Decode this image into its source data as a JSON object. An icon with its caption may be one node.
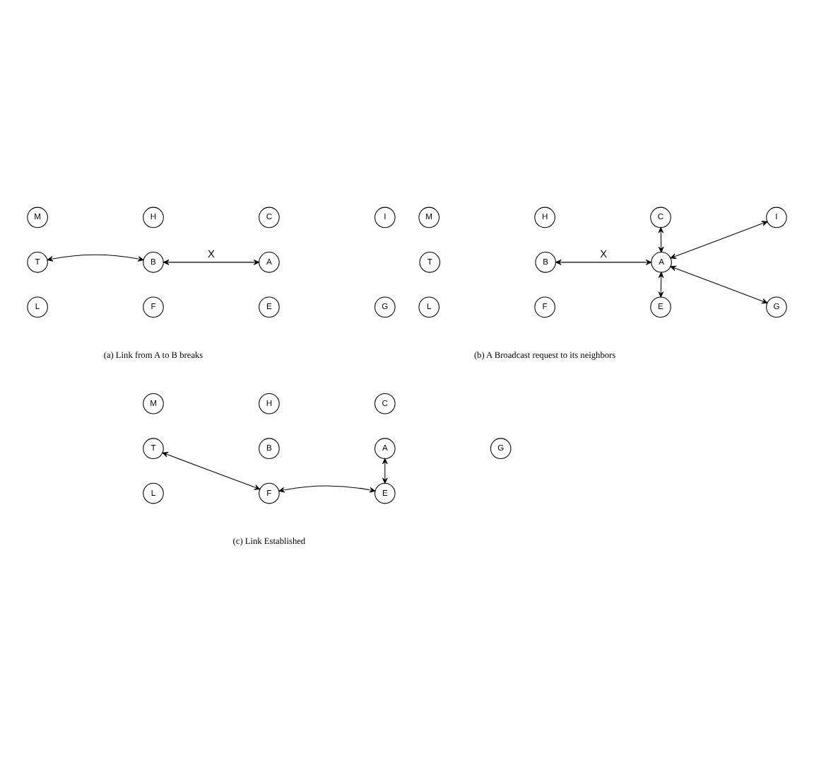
{
  "diagram": {
    "nodes": [
      {
        "text": [
          "M"
        ]
      },
      {
        "text": [
          "H"
        ]
      },
      {
        "text": [
          "C"
        ]
      },
      {
        "text": [
          "I"
        ]
      },
      {
        "text": [
          "T"
        ]
      },
      {
        "text": [
          "B"
        ]
      },
      {
        "text": [
          "A"
        ]
      },
      {
        "text": [
          "L"
        ]
      },
      {
        "text": [
          "F"
        ]
      },
      {
        "text": [
          "E"
        ]
      },
      {
        "text": [
          "G"
        ]
      },
      {
        "text": [
          "M"
        ]
      },
      {
        "text": [
          "H"
        ]
      },
      {
        "text": [
          "C"
        ]
      },
      {
        "text": [
          "I"
        ]
      },
      {
        "text": [
          "T"
        ]
      },
      {
        "text": [
          "B"
        ]
      },
      {
        "text": [
          "A"
        ]
      },
      {
        "text": [
          "L"
        ]
      },
      {
        "text": [
          "F"
        ]
      },
      {
        "text": [
          "E"
        ]
      },
      {
        "text": [
          "G"
        ]
      },
      {
        "text": [
          "M"
        ]
      },
      {
        "text": [
          "H"
        ]
      },
      {
        "text": [
          "C"
        ]
      },
      {
        "text": [
          "T"
        ]
      },
      {
        "text": [
          "B"
        ]
      },
      {
        "text": [
          "A"
        ]
      },
      {
        "text": [
          "G"
        ]
      },
      {
        "text": [
          "L"
        ]
      },
      {
        "text": [
          "F"
        ]
      },
      {
        "text": [
          "E"
        ]
      }
    ],
    "edges": [
      {
        "from": 4,
        "to": 5,
        "arrow": "both"
      },
      {
        "from": 5,
        "to": 6,
        "arrow": "both",
        "label": "X"
      },
      {
        "from": 16,
        "to": 17,
        "arrow": "both",
        "label": "X"
      },
      {
        "from": 17,
        "to": 13,
        "arrow": "both"
      },
      {
        "from": 17,
        "to": 14,
        "arrow": "both"
      },
      {
        "from": 17,
        "to": 21,
        "arrow": "both"
      },
      {
        "from": 17,
        "to": 20,
        "arrow": "both"
      },
      {
        "from": 25,
        "to": 30,
        "arrow": "both"
      },
      {
        "from": 30,
        "to": 31,
        "arrow": "both"
      },
      {
        "from": 31,
        "to": 27,
        "arrow": "both"
      }
    ],
    "labels": [
      "(a) Link from A to B breaks",
      "(b) A Broadcast request to its neighbors",
      "(c) Link Established"
    ]
  }
}
